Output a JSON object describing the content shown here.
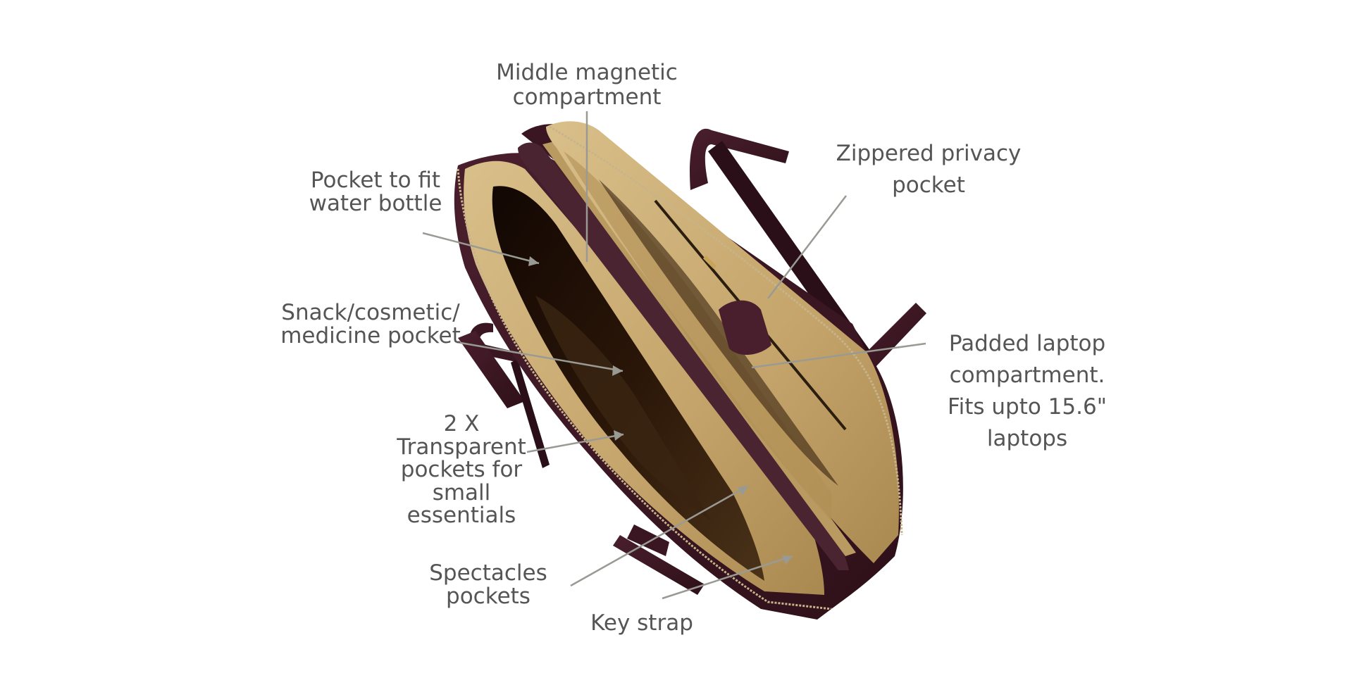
{
  "colors": {
    "background": "#ffffff",
    "label_text": "#555555",
    "leader_line": "#9a9a94",
    "leather": "#3f1a26",
    "leather_dark": "#2a0f18",
    "lining": "#c9aa72",
    "lining_shadow": "#8a6c3c",
    "interior_dark": "#1a0c06",
    "zipper": "#c8b48a"
  },
  "callouts": [
    {
      "id": "middle-magnetic",
      "lines": [
        "Middle magnetic",
        "compartment"
      ]
    },
    {
      "id": "zippered-privacy",
      "lines": [
        "Zippered privacy",
        "pocket"
      ]
    },
    {
      "id": "water-bottle",
      "lines": [
        "Pocket to fit",
        "water bottle"
      ]
    },
    {
      "id": "snack-pocket",
      "lines": [
        "Snack/cosmetic/",
        "medicine pocket"
      ]
    },
    {
      "id": "laptop",
      "lines": [
        "Padded laptop",
        "compartment.",
        "Fits upto 15.6\"",
        "laptops"
      ]
    },
    {
      "id": "transparent",
      "lines": [
        "2 X",
        "Transparent",
        "pockets for",
        "small",
        "essentials"
      ]
    },
    {
      "id": "spectacles",
      "lines": [
        "Spectacles",
        "pockets"
      ]
    },
    {
      "id": "key-strap",
      "lines": [
        "Key strap"
      ]
    }
  ]
}
